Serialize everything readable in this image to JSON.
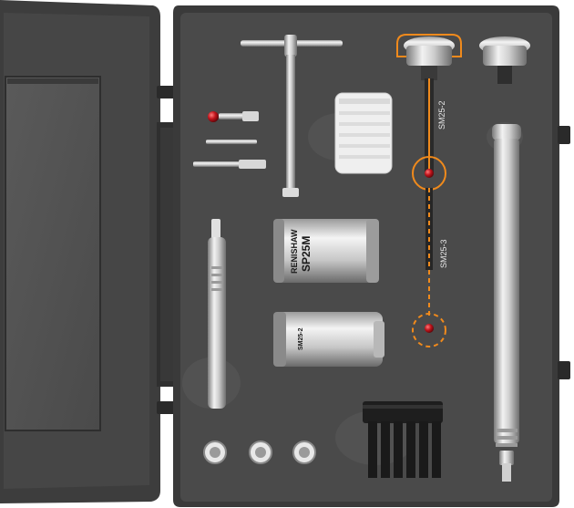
{
  "scene": {
    "colors": {
      "case_shell": "#3f3f3f",
      "case_foam": "#4a4a4a",
      "lid_panel": "#555555",
      "highlight": "#f08a1c",
      "stylus_ball": "#c0141c",
      "metal": "#c8c8c8"
    },
    "labels": {
      "module_upper": "SM25-2",
      "module_lower": "SM25-3"
    },
    "probe_body": {
      "brand": "RENISHAW",
      "model": "SP25M"
    },
    "module_body": {
      "model": "SM25-2"
    },
    "icons": [
      "t-wrench-icon",
      "stylus-icon",
      "probe-body-icon",
      "module-icon",
      "extension-bar-icon",
      "stylus-change-rack-icon"
    ]
  }
}
